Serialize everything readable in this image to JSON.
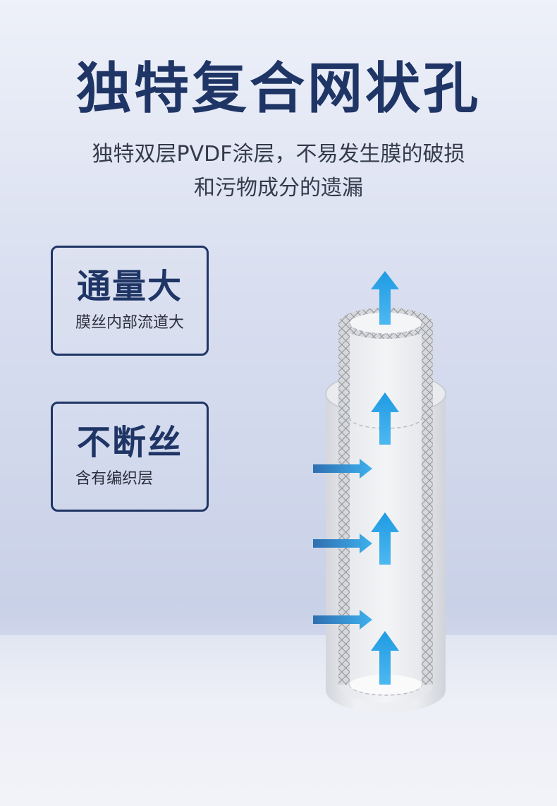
{
  "title": "独特复合网状孔",
  "subtitle": {
    "line1": "独特双层PVDF涂层，不易发生膜的破损",
    "line2": "和污物成分的遗漏"
  },
  "cards": [
    {
      "title": "通量大",
      "desc": "膜丝内部流道大"
    },
    {
      "title": "不断丝",
      "desc": "含有编织层"
    }
  ],
  "colors": {
    "title": "#1f3565",
    "accent_arrow": "#2aa3e8",
    "text": "#333a4a"
  },
  "icons": [
    "membrane-tube-illustration",
    "flow-arrow-up-icon",
    "flow-arrow-right-icon"
  ]
}
